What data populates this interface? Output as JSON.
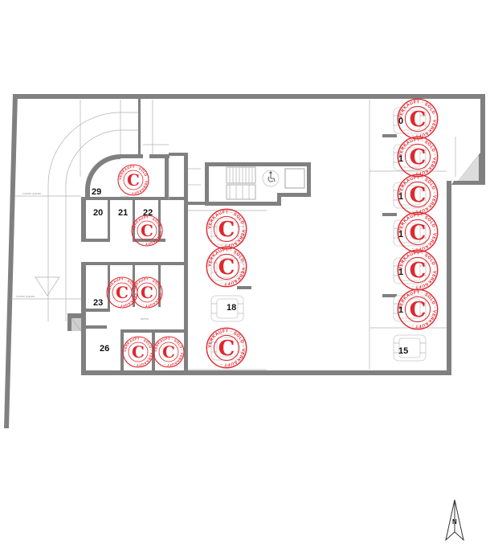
{
  "floorplan": {
    "units": [
      {
        "id": "u29",
        "label": "29",
        "status": "sold"
      },
      {
        "id": "u20",
        "label": "20",
        "status": "available"
      },
      {
        "id": "u21",
        "label": "21",
        "status": "available"
      },
      {
        "id": "u22",
        "label": "22",
        "status": "sold"
      },
      {
        "id": "u23",
        "label": "23",
        "status": "available"
      },
      {
        "id": "u24",
        "label": "",
        "status": "sold"
      },
      {
        "id": "u25",
        "label": "",
        "status": "sold"
      },
      {
        "id": "u26",
        "label": "26",
        "status": "available"
      },
      {
        "id": "u27",
        "label": "",
        "status": "sold"
      },
      {
        "id": "u28",
        "label": "",
        "status": "sold"
      },
      {
        "id": "p-left-1",
        "label": "",
        "status": "sold"
      },
      {
        "id": "p-left-2",
        "label": "",
        "status": "sold"
      },
      {
        "id": "p18",
        "label": "18",
        "status": "available"
      },
      {
        "id": "p-left-4",
        "label": "",
        "status": "sold"
      },
      {
        "id": "p-right-1",
        "label": "0",
        "status": "sold"
      },
      {
        "id": "p-right-2",
        "label": "1",
        "status": "sold"
      },
      {
        "id": "p-right-3",
        "label": "1",
        "status": "sold"
      },
      {
        "id": "p-right-4",
        "label": "1",
        "status": "sold"
      },
      {
        "id": "p-right-5",
        "label": "1",
        "status": "sold"
      },
      {
        "id": "p-right-6",
        "label": "1",
        "status": "sold"
      },
      {
        "id": "p15",
        "label": "15",
        "status": "available"
      }
    ],
    "stamp_text": "VERKAUFT · SOLD · VERKAUFT ·",
    "stamp_letter": "C",
    "north_label": "N",
    "stamp_color": "#e0282f",
    "wall_color": "#808080"
  }
}
